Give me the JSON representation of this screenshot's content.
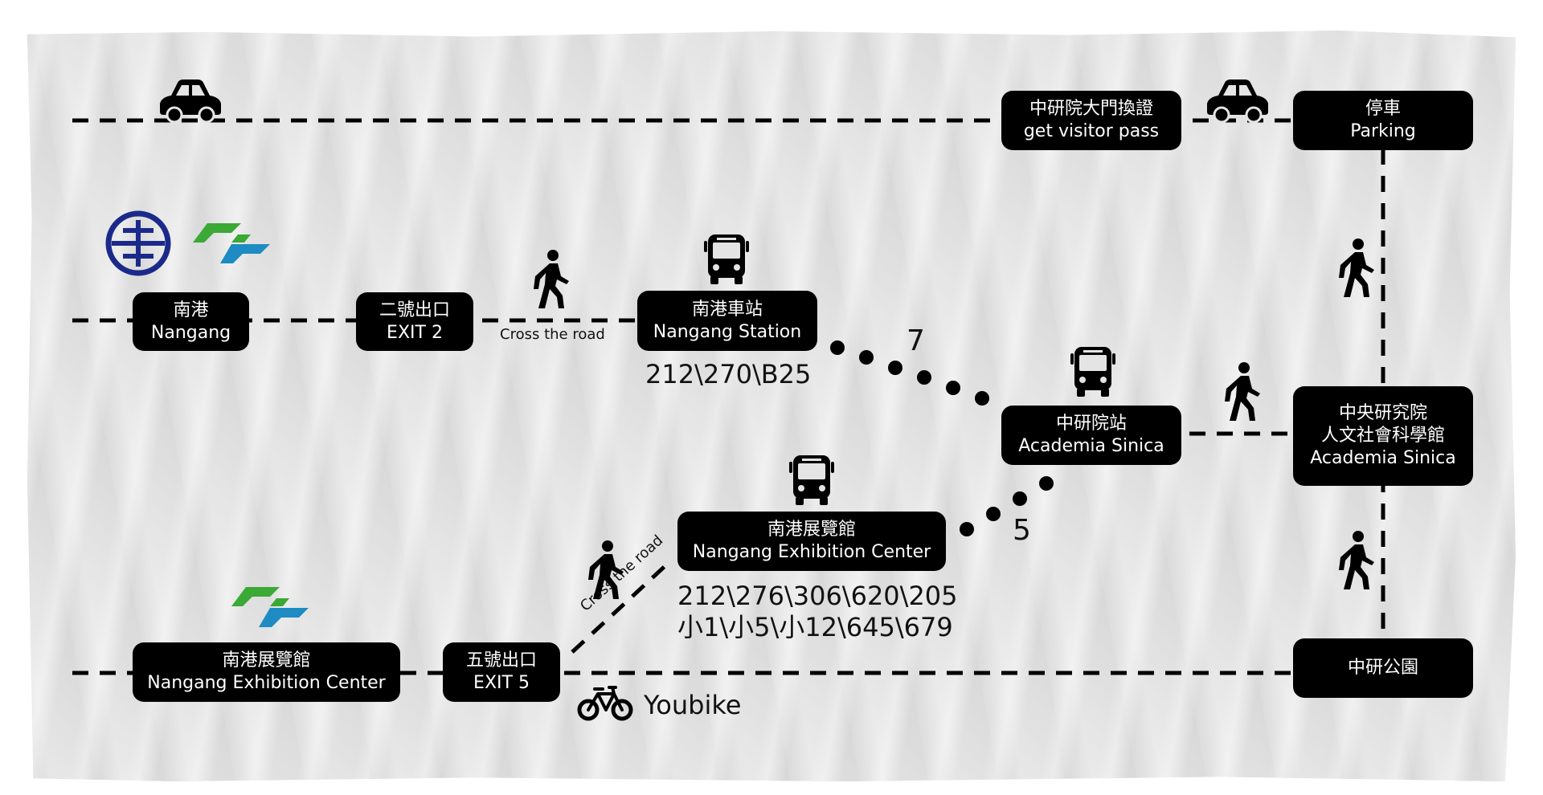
{
  "nodes": {
    "nangang": {
      "zh": "南港",
      "en": "Nangang"
    },
    "exit2": {
      "zh": "二號出口",
      "en": "EXIT 2"
    },
    "nangang_station": {
      "zh": "南港車站",
      "en": "Nangang Station"
    },
    "visitor_pass": {
      "zh": "中研院大門換證",
      "en": "get visitor pass"
    },
    "parking": {
      "zh": "停車",
      "en": "Parking"
    },
    "academia_stop": {
      "zh": "中研院站",
      "en": "Academia Sinica"
    },
    "humanities": {
      "zh1": "中央研究院",
      "zh2": "人文社會科學館",
      "en": "Academia Sinica"
    },
    "exhibition_stop": {
      "zh": "南港展覽館",
      "en": "Nangang Exhibition Center"
    },
    "exhibition_mrt": {
      "zh": "南港展覽館",
      "en": "Nangang Exhibition Center"
    },
    "exit5": {
      "zh": "五號出口",
      "en": "EXIT 5"
    },
    "park": {
      "zh": "中研公園"
    }
  },
  "labels": {
    "cross_road_1": "Cross the road",
    "cross_road_2": "Cross the road",
    "routes_station": "212\\270\\B25",
    "routes_exhibition_1": "212\\276\\306\\620\\205",
    "routes_exhibition_2": "小1\\小5\\小12\\645\\679",
    "route_7": "7",
    "route_5": "5",
    "youbike": "Youbike"
  },
  "colors": {
    "tra_logo": "#1b2a8a",
    "mrt_green": "#3aa935",
    "mrt_blue": "#1e8bc3",
    "box": "#000000"
  },
  "icons": [
    "car-icon",
    "tra-logo-icon",
    "metro-logo-icon",
    "walking-person-icon",
    "bus-icon",
    "bicycle-icon"
  ]
}
